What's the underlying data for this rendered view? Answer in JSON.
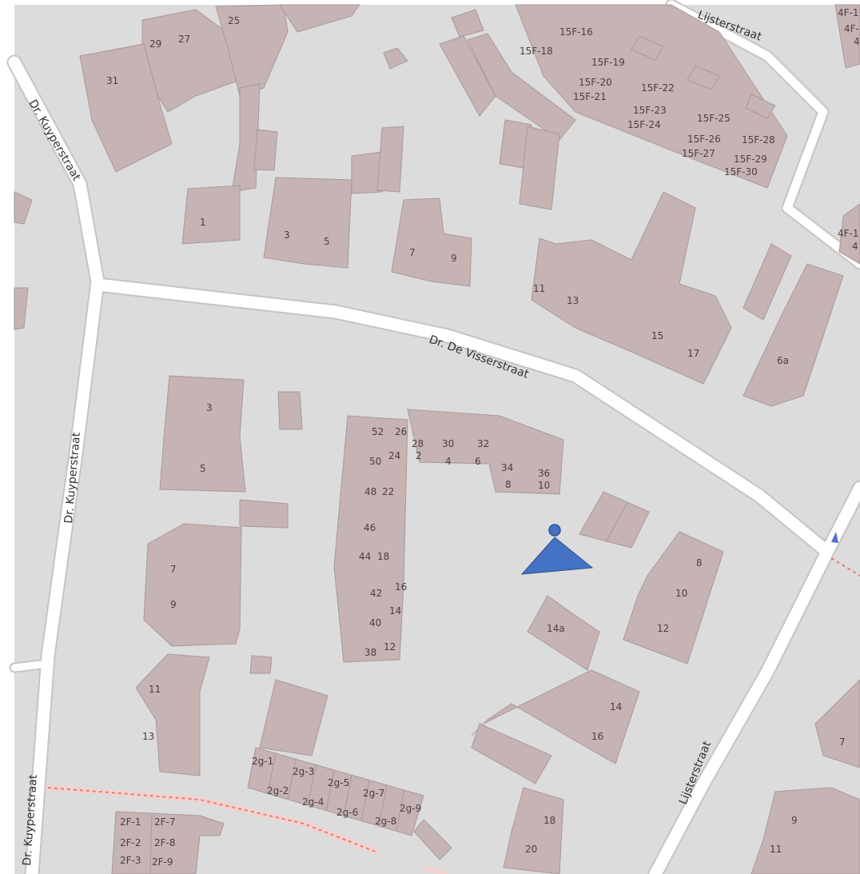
{
  "streets": {
    "kuyper_top": "Dr. Kuyperstraat",
    "kuyper_mid": "Dr. Kuyperstraat",
    "kuyper_bottom": "Dr. Kuyperstraat",
    "visser": "Dr. De Visserstraat",
    "lijster_top": "Lijsterstraat",
    "lijster_bottom": "Lijsterstraat"
  },
  "house_numbers": {
    "n25": "25",
    "n29": "29",
    "n27": "27",
    "n31": "31",
    "n1_top": "1",
    "n3_top": "3",
    "n5_top": "5",
    "n7_top": "7",
    "n9_top": "9",
    "n11_top": "11",
    "n13_top": "13",
    "n15": "15",
    "n17": "17",
    "n6a": "6a",
    "f16": "15F-16",
    "f18": "15F-18",
    "f19": "15F-19",
    "f20": "15F-20",
    "f21": "15F-21",
    "f22": "15F-22",
    "f23": "15F-23",
    "f24": "15F-24",
    "f25": "15F-25",
    "f26": "15F-26",
    "f27": "15F-27",
    "f28": "15F-28",
    "f29": "15F-29",
    "f30": "15F-30",
    "e4f_a": "4F-1",
    "e4f_b": "4F-",
    "e4f_c": "4",
    "e4f_d": "4F-1",
    "e4f_e": "4",
    "s3": "3",
    "s5": "5",
    "s7": "7",
    "s9": "9",
    "s11": "11",
    "s13": "13",
    "c52": "52",
    "c26": "26",
    "c50": "50",
    "c24": "24",
    "c48": "48",
    "c22": "22",
    "c46": "46",
    "c44": "44",
    "c18": "18",
    "c42": "42",
    "c16": "16",
    "c40": "40",
    "c14": "14",
    "c38": "38",
    "c12": "12",
    "r28": "28",
    "r2": "2",
    "r30": "30",
    "r4": "4",
    "r32": "32",
    "r6": "6",
    "r34": "34",
    "r8": "8",
    "r36": "36",
    "r10": "10",
    "e8": "8",
    "e10": "10",
    "e12": "12",
    "e14a": "14a",
    "e14": "14",
    "e16": "16",
    "e18": "18",
    "e20": "20",
    "e7": "7",
    "e9": "9",
    "e11": "11",
    "g1": "2g-1",
    "g2": "2g-2",
    "g3": "2g-3",
    "g4": "2g-4",
    "g5": "2g-5",
    "g6": "2g-6",
    "g7": "2g-7",
    "g8": "2g-8",
    "g9": "2g-9",
    "k1": "2F-1",
    "k7": "2F-7",
    "k2": "2F-2",
    "k8": "2F-8",
    "k3": "2F-3",
    "k9": "2F-9"
  },
  "marker": {
    "color": "#4472c4",
    "shape": "location-pointer"
  },
  "colors": {
    "land": "#dcdcdc",
    "building": "#c6b3b3",
    "road": "#ffffff",
    "path": "#e67d74"
  }
}
